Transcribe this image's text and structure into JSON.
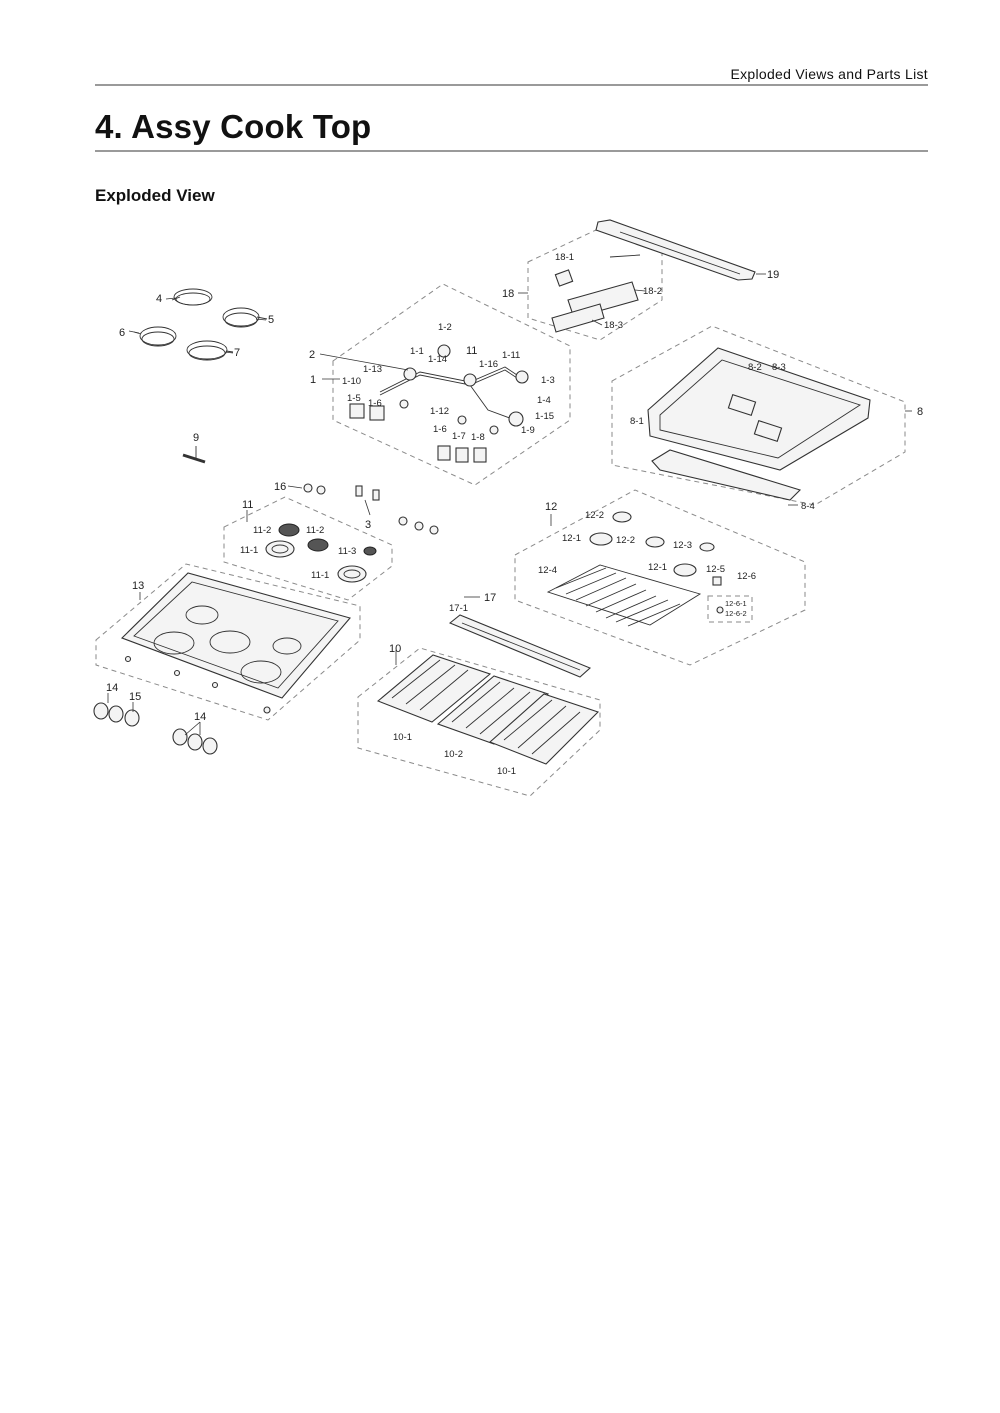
{
  "header": {
    "text": "Exploded Views and Parts List"
  },
  "title": "4.  Assy Cook Top",
  "section": "Exploded View",
  "callouts": {
    "c1": "1",
    "c2": "2",
    "c3": "3",
    "c4": "4",
    "c5": "5",
    "c6": "6",
    "c7": "7",
    "c8": "8",
    "c9": "9",
    "c10": "10",
    "c11": "11",
    "c11b": "11",
    "c12": "12",
    "c13": "13",
    "c14a": "14",
    "c14b": "14",
    "c15": "15",
    "c16": "16",
    "c17": "17",
    "c18": "18",
    "c19": "19",
    "c1_1": "1-1",
    "c1_2": "1-2",
    "c1_3": "1-3",
    "c1_4": "1-4",
    "c1_5": "1-5",
    "c1_6a": "1-6",
    "c1_6b": "1-6",
    "c1_7": "1-7",
    "c1_8": "1-8",
    "c1_9": "1-9",
    "c1_10": "1-10",
    "c1_11": "1-11",
    "c1_12": "1-12",
    "c1_13": "1-13",
    "c1_14": "1-14",
    "c1_15": "1-15",
    "c1_16": "1-16",
    "c8_1": "8-1",
    "c8_2": "8-2",
    "c8_3": "8-3",
    "c8_4": "8-4",
    "c10_1a": "10-1",
    "c10_1b": "10-1",
    "c10_2": "10-2",
    "c11_1a": "11-1",
    "c11_1b": "11-1",
    "c11_2a": "11-2",
    "c11_2b": "11-2",
    "c11_3": "11-3",
    "c12_1a": "12-1",
    "c12_1b": "12-1",
    "c12_2a": "12-2",
    "c12_2b": "12-2",
    "c12_3": "12-3",
    "c12_4": "12-4",
    "c12_5": "12-5",
    "c12_6": "12-6",
    "c12_6_1": "12-6-1",
    "c12_6_2": "12-6-2",
    "c17_1": "17-1",
    "c18_1": "18-1",
    "c18_2": "18-2",
    "c18_3": "18-3"
  }
}
